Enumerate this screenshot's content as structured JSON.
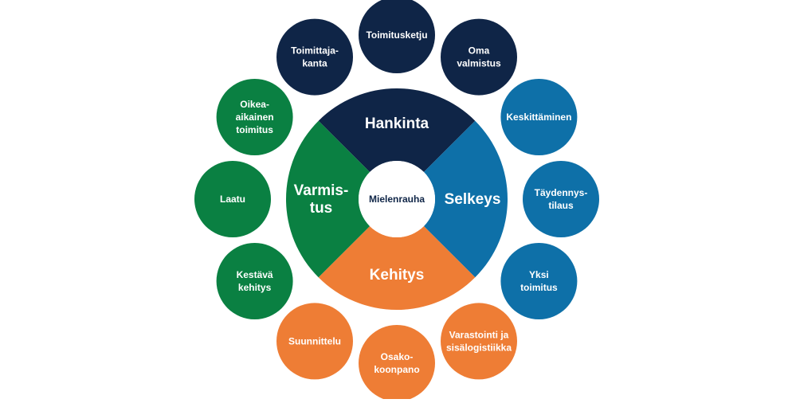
{
  "colors": {
    "navy": "#0f2547",
    "blue": "#0e70a8",
    "green": "#0a8042",
    "orange": "#ee7d35",
    "center_fill": "#ffffff",
    "center_text": "#0f2547"
  },
  "center": {
    "label": "Mielenrauha"
  },
  "segments": [
    {
      "label_lines": [
        "Hankinta"
      ],
      "color": "#0f2547"
    },
    {
      "label_lines": [
        "Selkeys"
      ],
      "color": "#0e70a8"
    },
    {
      "label_lines": [
        "Kehitys"
      ],
      "color": "#ee7d35"
    },
    {
      "label_lines": [
        "Varmis-",
        "tus"
      ],
      "color": "#0a8042"
    }
  ],
  "outer_circles": [
    {
      "label_lines": [
        "Toimitusketju"
      ],
      "color": "#0f2547"
    },
    {
      "label_lines": [
        "Oma",
        "valmistus"
      ],
      "color": "#0f2547"
    },
    {
      "label_lines": [
        "Keskittäminen"
      ],
      "color": "#0e70a8"
    },
    {
      "label_lines": [
        "Täydennys-",
        "tilaus"
      ],
      "color": "#0e70a8"
    },
    {
      "label_lines": [
        "Yksi",
        "toimitus"
      ],
      "color": "#0e70a8"
    },
    {
      "label_lines": [
        "Varastointi ja",
        "sisälogistiikka"
      ],
      "color": "#ee7d35"
    },
    {
      "label_lines": [
        "Osako-",
        "koonpano"
      ],
      "color": "#ee7d35"
    },
    {
      "label_lines": [
        "Suunnittelu"
      ],
      "color": "#ee7d35"
    },
    {
      "label_lines": [
        "Kestävä",
        "kehitys"
      ],
      "color": "#0a8042"
    },
    {
      "label_lines": [
        "Laatu"
      ],
      "color": "#0a8042"
    },
    {
      "label_lines": [
        "Oikea-",
        "aikainen",
        "toimitus"
      ],
      "color": "#0a8042"
    },
    {
      "label_lines": [
        "Toimittaja-",
        "kanta"
      ],
      "color": "#0f2547"
    }
  ]
}
